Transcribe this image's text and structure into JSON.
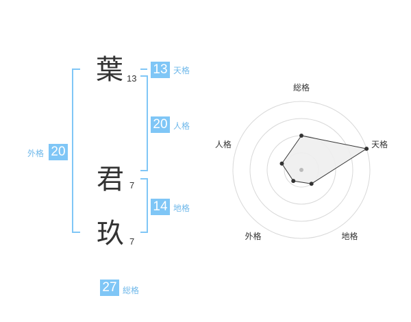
{
  "name": {
    "characters": [
      {
        "char": "葉",
        "strokes": "13"
      },
      {
        "char": "君",
        "strokes": "7"
      },
      {
        "char": "玖",
        "strokes": "7"
      }
    ]
  },
  "grids": {
    "tenkaku": {
      "label": "天格",
      "value": "13"
    },
    "jinkaku": {
      "label": "人格",
      "value": "20"
    },
    "chikaku": {
      "label": "地格",
      "value": "14"
    },
    "gaikaku": {
      "label": "外格",
      "value": "20"
    },
    "soukaku": {
      "label": "総格",
      "value": "27"
    }
  },
  "colors": {
    "accent": "#7fc6f6",
    "label": "#6fb8ea",
    "fill": "#eeeeee"
  },
  "chart_data": {
    "type": "radar",
    "axes": [
      "総格",
      "天格",
      "地格",
      "外格",
      "人格"
    ],
    "values": [
      0.5,
      1.0,
      0.25,
      0.2,
      0.3
    ],
    "rings": 4,
    "grid": true
  }
}
